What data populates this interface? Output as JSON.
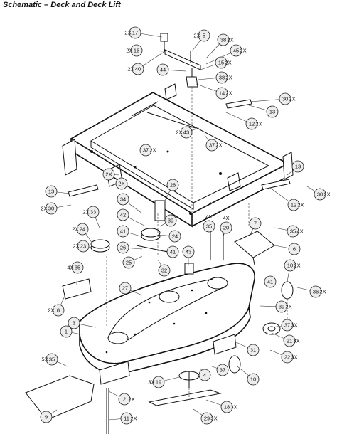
{
  "title": "Schematic – Deck and Deck Lift",
  "callouts": [
    {
      "num": "17",
      "qty": "2X",
      "qty_side": "left"
    },
    {
      "num": "5",
      "qty": "2X",
      "qty_side": "left"
    },
    {
      "num": "38",
      "qty": "2X",
      "qty_side": "right"
    },
    {
      "num": "16",
      "qty": "2X",
      "qty_side": "left"
    },
    {
      "num": "45",
      "qty": "2X",
      "qty_side": "right"
    },
    {
      "num": "15",
      "qty": "2X",
      "qty_side": "right"
    },
    {
      "num": "40",
      "qty": "2X",
      "qty_side": "left"
    },
    {
      "num": "44",
      "qty": "",
      "qty_side": "left"
    },
    {
      "num": "38",
      "qty": "2X",
      "qty_side": "right"
    },
    {
      "num": "14",
      "qty": "2X",
      "qty_side": "right"
    },
    {
      "num": "30",
      "qty": "2X",
      "qty_side": "right"
    },
    {
      "num": "13",
      "qty": "",
      "qty_side": "right"
    },
    {
      "num": "12",
      "qty": "2X",
      "qty_side": "right"
    },
    {
      "num": "43",
      "qty": "2X",
      "qty_side": "left"
    },
    {
      "num": "37",
      "qty": "2X",
      "qty_side": "right"
    },
    {
      "num": "37",
      "qty": "2X",
      "qty_side": "right"
    },
    {
      "num": "13",
      "qty": "",
      "qty_side": "right"
    },
    {
      "num": "2X",
      "qty": "",
      "qty_side": "left"
    },
    {
      "num": "2X",
      "qty": "",
      "qty_side": "left"
    },
    {
      "num": "13",
      "qty": "",
      "qty_side": "left"
    },
    {
      "num": "30",
      "qty": "2X",
      "qty_side": "left"
    },
    {
      "num": "28",
      "qty": "",
      "qty_side": "left"
    },
    {
      "num": "30",
      "qty": "2X",
      "qty_side": "right"
    },
    {
      "num": "12",
      "qty": "2X",
      "qty_side": "right"
    },
    {
      "num": "34",
      "qty": "",
      "qty_side": "left"
    },
    {
      "num": "33",
      "qty": "2X",
      "qty_side": "left"
    },
    {
      "num": "42",
      "qty": "",
      "qty_side": "left"
    },
    {
      "num": "39",
      "qty": "",
      "qty_side": "right"
    },
    {
      "num": "24",
      "qty": "2X",
      "qty_side": "left"
    },
    {
      "num": "41",
      "qty": "",
      "qty_side": "left"
    },
    {
      "num": "24",
      "qty": "",
      "qty_side": "right"
    },
    {
      "num": "35",
      "qty": "4X",
      "qty_side": "above"
    },
    {
      "num": "20",
      "qty": "4X",
      "qty_side": "above"
    },
    {
      "num": "7",
      "qty": "",
      "qty_side": "left"
    },
    {
      "num": "35",
      "qty": "4X",
      "qty_side": "right"
    },
    {
      "num": "23",
      "qty": "2X",
      "qty_side": "left"
    },
    {
      "num": "26",
      "qty": "",
      "qty_side": "left"
    },
    {
      "num": "43",
      "qty": "",
      "qty_side": "left"
    },
    {
      "num": "6",
      "qty": "",
      "qty_side": "right"
    },
    {
      "num": "41",
      "qty": "",
      "qty_side": "right"
    },
    {
      "num": "25",
      "qty": "",
      "qty_side": "left"
    },
    {
      "num": "32",
      "qty": "",
      "qty_side": "right"
    },
    {
      "num": "35",
      "qty": "4X",
      "qty_side": "left"
    },
    {
      "num": "10",
      "qty": "2X",
      "qty_side": "right"
    },
    {
      "num": "41",
      "qty": "",
      "qty_side": "left"
    },
    {
      "num": "36",
      "qty": "2X",
      "qty_side": "right"
    },
    {
      "num": "27",
      "qty": "",
      "qty_side": "left"
    },
    {
      "num": "8",
      "qty": "2X",
      "qty_side": "left"
    },
    {
      "num": "39",
      "qty": "2X",
      "qty_side": "right"
    },
    {
      "num": "3",
      "qty": "",
      "qty_side": "left"
    },
    {
      "num": "37",
      "qty": "3X",
      "qty_side": "right"
    },
    {
      "num": "1",
      "qty": "",
      "qty_side": "left"
    },
    {
      "num": "21",
      "qty": "3X",
      "qty_side": "right"
    },
    {
      "num": "31",
      "qty": "",
      "qty_side": "right"
    },
    {
      "num": "22",
      "qty": "3X",
      "qty_side": "right"
    },
    {
      "num": "35",
      "qty": "5X",
      "qty_side": "left"
    },
    {
      "num": "4",
      "qty": "",
      "qty_side": "right"
    },
    {
      "num": "37",
      "qty": "",
      "qty_side": "right"
    },
    {
      "num": "10",
      "qty": "",
      "qty_side": "right"
    },
    {
      "num": "19",
      "qty": "3X",
      "qty_side": "left"
    },
    {
      "num": "2",
      "qty": "2X",
      "qty_side": "right"
    },
    {
      "num": "9",
      "qty": "",
      "qty_side": "left"
    },
    {
      "num": "18",
      "qty": "3X",
      "qty_side": "right"
    },
    {
      "num": "29",
      "qty": "3X",
      "qty_side": "right"
    },
    {
      "num": "11",
      "qty": "2X",
      "qty_side": "right"
    }
  ]
}
